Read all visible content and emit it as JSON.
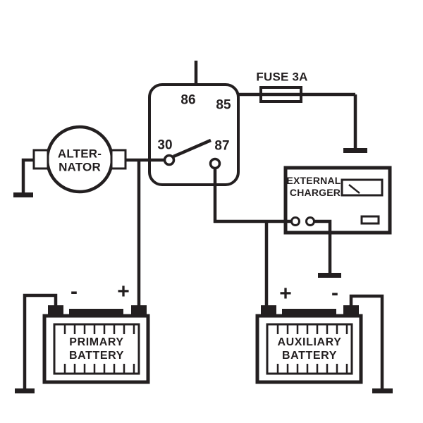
{
  "colors": {
    "line": "#231f20",
    "background": "#ffffff"
  },
  "relay": {
    "pin_86": "86",
    "pin_85": "85",
    "pin_30": "30",
    "pin_87": "87"
  },
  "fuse": {
    "label": "FUSE 3A"
  },
  "alternator": {
    "line1": "ALTER-",
    "line2": "NATOR"
  },
  "external_charger": {
    "line1": "EXTERNAL",
    "line2": "CHARGER"
  },
  "primary_battery": {
    "line1": "PRIMARY",
    "line2": "BATTERY",
    "neg_sign": "-",
    "pos_sign": "+"
  },
  "auxiliary_battery": {
    "line1": "AUXILIARY",
    "line2": "BATTERY",
    "pos_sign": "+",
    "neg_sign": "-"
  }
}
